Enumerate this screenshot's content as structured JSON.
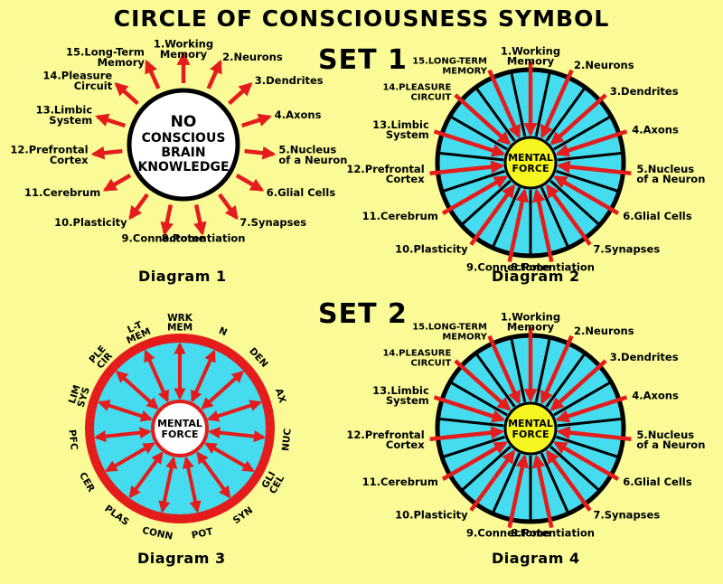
{
  "title": "CIRCLE OF CONSCIOUSNESS SYMBOL",
  "sets": {
    "set1": "SET 1",
    "set2": "SET 2"
  },
  "diagram_titles": {
    "d1": "Diagram 1",
    "d2": "Diagram 2",
    "d3": "Diagram 3",
    "d4": "Diagram 4"
  },
  "diagram1_core": [
    "NO",
    "CONSCIOUS",
    "BRAIN",
    "KNOWLEDGE"
  ],
  "mental_force": [
    "MENTAL",
    "FORCE"
  ],
  "labels_d1": [
    [
      "1.Working",
      "Memory"
    ],
    [
      "2.Neurons"
    ],
    [
      "3.Dendrites"
    ],
    [
      "4.Axons"
    ],
    [
      "5.Nucleus",
      "of a Neuron"
    ],
    [
      "6.Glial Cells"
    ],
    [
      "7.Synapses"
    ],
    [
      "8.Potentiation"
    ],
    [
      "9.Connectome"
    ],
    [
      "10.Plasticity"
    ],
    [
      "11.Cerebrum"
    ],
    [
      "12.Prefrontal",
      "Cortex"
    ],
    [
      "13.Limbic",
      "System"
    ],
    [
      "14.Pleasure",
      "Circuit"
    ],
    [
      "15.Long-Term",
      "Memory"
    ]
  ],
  "labels_d2": [
    [
      "1.Working",
      "Memory"
    ],
    [
      "2.Neurons"
    ],
    [
      "3.Dendrites"
    ],
    [
      "4.Axons"
    ],
    [
      "5.Nucleus",
      "of a Neuron"
    ],
    [
      "6.Glial Cells"
    ],
    [
      "7.Synapses"
    ],
    [
      "8.Potentiation"
    ],
    [
      "9.Connectome"
    ],
    [
      "10.Plasticity"
    ],
    [
      "11.Cerebrum"
    ],
    [
      "12.Prefrontal",
      "Cortex"
    ],
    [
      "13.Limbic",
      "System"
    ],
    [
      "14.PLEASURE",
      "CIRCUIT"
    ],
    [
      "15.LONG-TERM",
      "MEMORY"
    ]
  ],
  "labels_d3": [
    [
      "WRK",
      "MEM"
    ],
    [
      "N"
    ],
    [
      "DEN"
    ],
    [
      "AX"
    ],
    [
      "NUC"
    ],
    [
      "GLI",
      "CEL"
    ],
    [
      "SYN"
    ],
    [
      "POT"
    ],
    [
      "CONN"
    ],
    [
      "PLAS"
    ],
    [
      "CER"
    ],
    [
      "PFC"
    ],
    [
      "LIM",
      "SYS"
    ],
    [
      "PLE",
      "CIR"
    ],
    [
      "L-T",
      "MEM"
    ]
  ],
  "colors": {
    "background": "#fafa96",
    "arrow": "#e41c1c",
    "cyan_ring": "#44dcee",
    "core_yellow": "#f5f520",
    "outline": "#000000",
    "red_ring": "#e41c1c"
  }
}
